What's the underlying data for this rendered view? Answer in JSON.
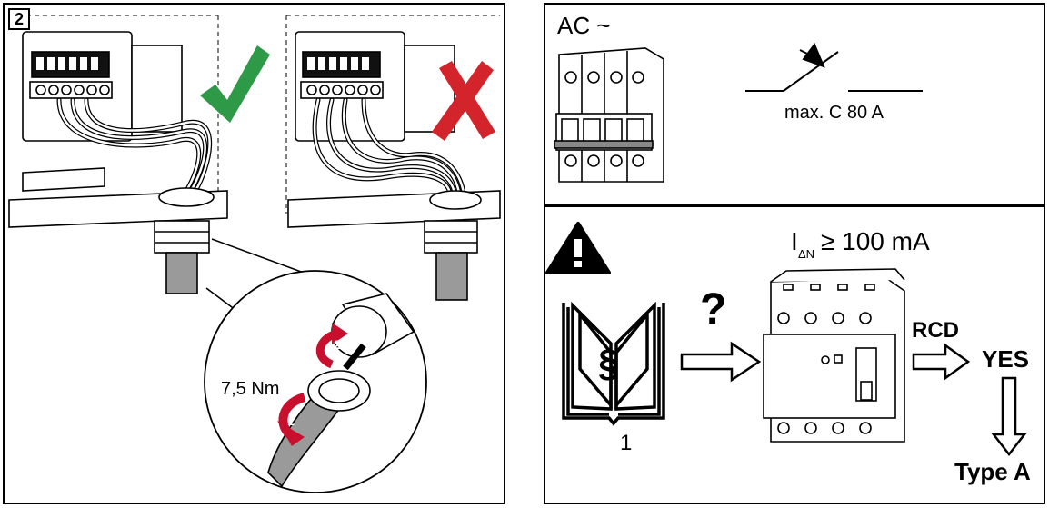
{
  "step": {
    "number": "2"
  },
  "torque": {
    "label": "7,5 Nm"
  },
  "callout": {
    "step1": "1",
    "step2": "2"
  },
  "breaker": {
    "title": "AC ~",
    "rating": "max. C 80 A"
  },
  "rcd": {
    "current_symbol": "I",
    "current_subscript": "ΔN",
    "current_value": "≥ 100 mA",
    "question_mark": "?",
    "regulation_symbol": "§",
    "book_label": "1",
    "rcd_label": "RCD",
    "yes_label": "YES",
    "type_label": "Type A"
  },
  "colors": {
    "check_green": "#2e9a48",
    "cross_red": "#d4242b",
    "arrow_red": "#c8102e",
    "line": "#000000",
    "cable_gray": "#9a9a9a"
  },
  "icons": [
    "check-icon",
    "cross-icon",
    "warning-icon",
    "book-icon",
    "rcd-device",
    "circuit-breaker-device",
    "switch-symbol"
  ]
}
